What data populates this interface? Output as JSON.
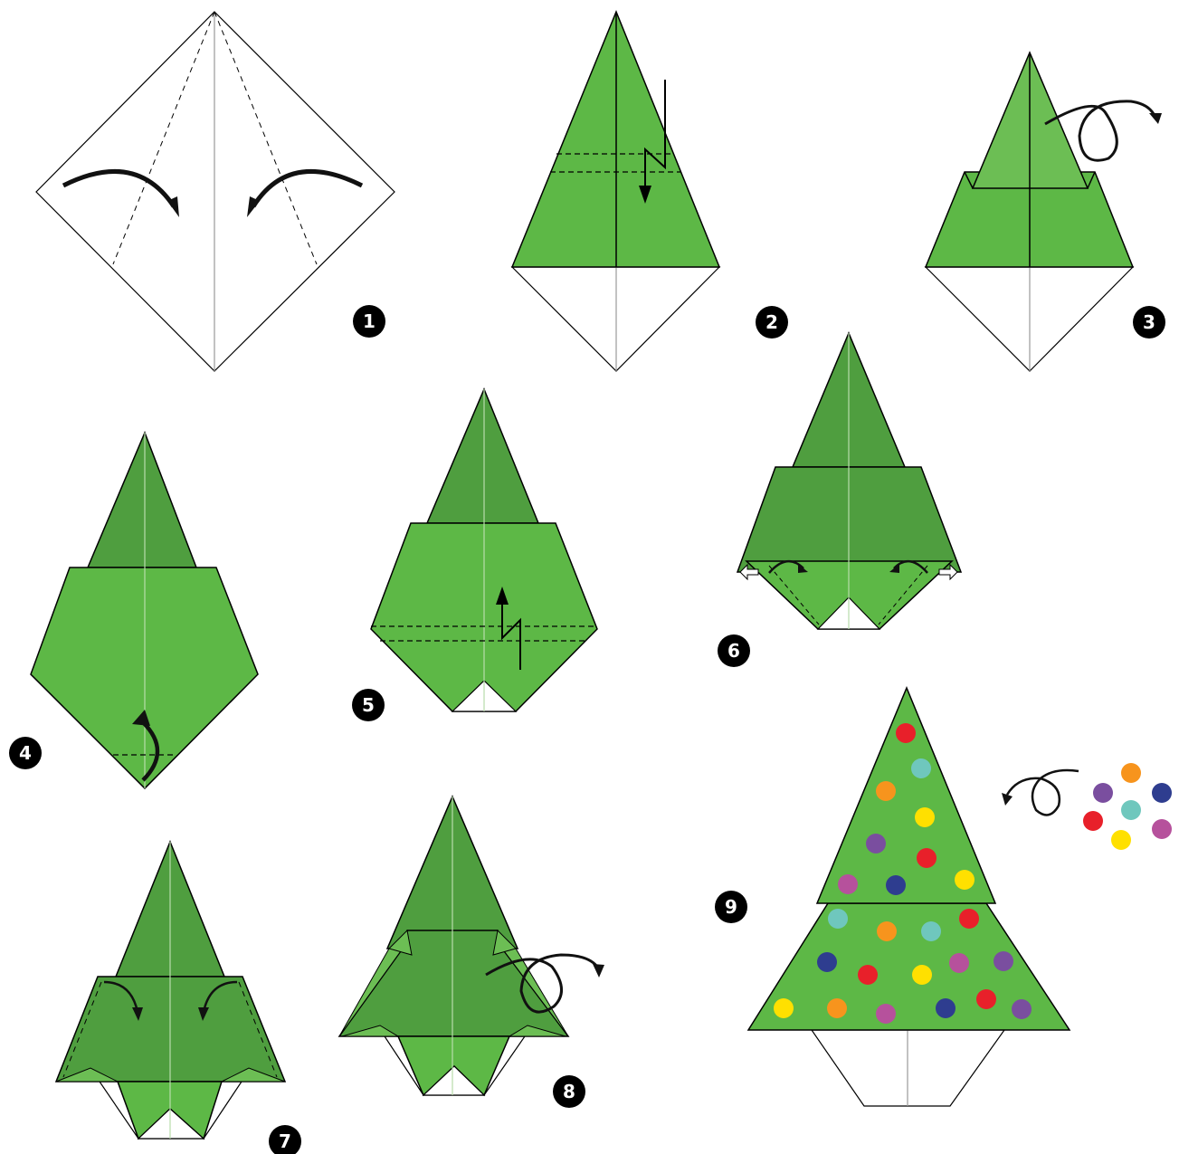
{
  "diagram": {
    "steps": [
      {
        "number": "1"
      },
      {
        "number": "2"
      },
      {
        "number": "3"
      },
      {
        "number": "4"
      },
      {
        "number": "5"
      },
      {
        "number": "6"
      },
      {
        "number": "7"
      },
      {
        "number": "8"
      },
      {
        "number": "9"
      }
    ]
  },
  "colors": {
    "green_light": "#5db846",
    "green_dark": "#4f9e3f",
    "green_pale": "#6cbe54",
    "line": "#000000",
    "crease": "#999999",
    "paper": "#ffffff"
  },
  "ornament_colors": [
    "#e8202a",
    "#f7941d",
    "#ffe000",
    "#7a4e9f",
    "#2e3d8f",
    "#6fc7bd",
    "#b6519c"
  ]
}
